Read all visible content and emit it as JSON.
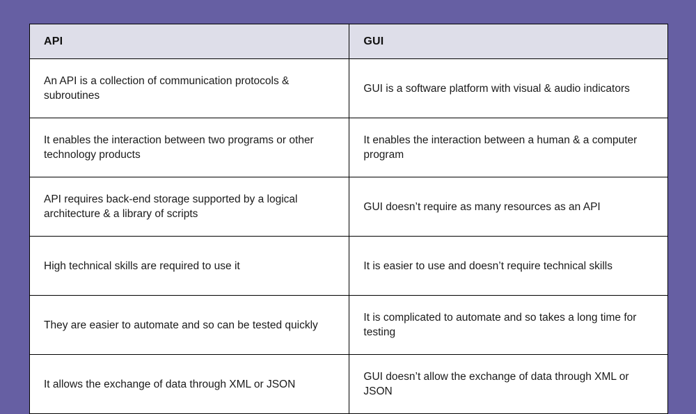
{
  "background_color": "#665FA3",
  "table": {
    "header_background": "#DEDEE9",
    "cell_background": "#FFFFFF",
    "border_color": "#000000",
    "columns": [
      {
        "key": "api",
        "label": "API"
      },
      {
        "key": "gui",
        "label": "GUI"
      }
    ],
    "rows": [
      {
        "api": "An API is a collection of communication protocols & subroutines",
        "gui": "GUI is a software platform with visual & audio indicators"
      },
      {
        "api": "It enables the interaction between two programs or other technology products",
        "gui": "It enables the interaction between a human & a computer program"
      },
      {
        "api": "API requires back-end storage supported by a logical architecture & a library of scripts",
        "gui": "GUI doesn’t require as many resources as an API"
      },
      {
        "api": "High technical skills are required to use it",
        "gui": "It is easier to use and doesn’t require technical skills"
      },
      {
        "api": "They are easier to automate and so can be tested quickly",
        "gui": "It is complicated to automate and so takes a long time for testing"
      },
      {
        "api": "It allows the exchange of data through XML or JSON",
        "gui": "GUI doesn’t allow the exchange of data through XML or JSON"
      }
    ]
  }
}
